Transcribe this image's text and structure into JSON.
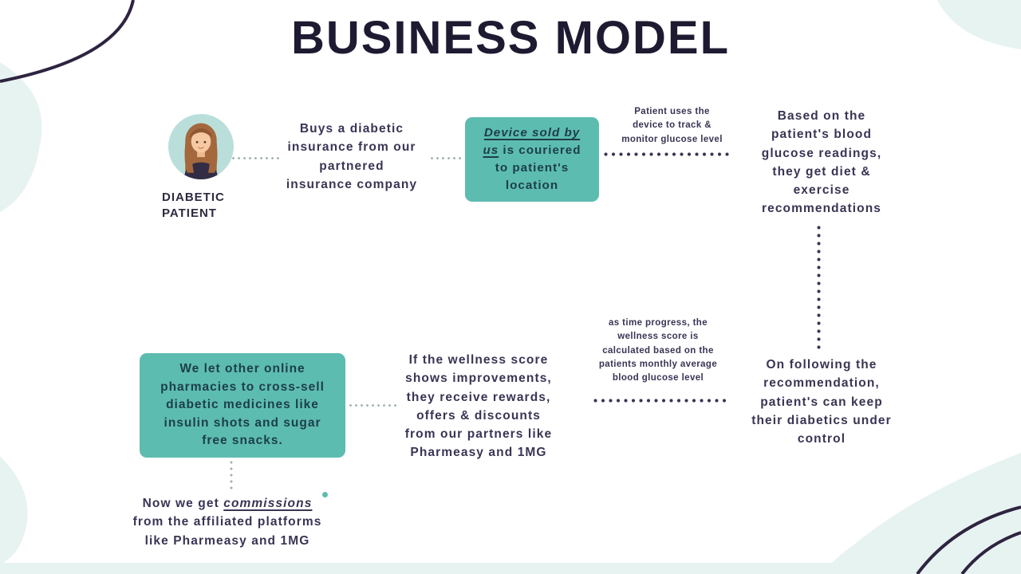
{
  "title": "BUSINESS MODEL",
  "colors": {
    "teal_box": "#5dbcb0",
    "mint_blob": "#e7f3f1",
    "ink_text": "#3a3454",
    "dark_outline": "#2e2440",
    "box_text": "#1c3e4b"
  },
  "patient": {
    "label": "DIABETIC\nPATIENT"
  },
  "nodes": {
    "buy_insurance": "Buys a diabetic\ninsurance from our\npartnered\ninsurance company",
    "device_underlined": "Device sold by\nus",
    "device_rest": " is couriered\nto patient's\nlocation",
    "track_caption": "Patient uses the\ndevice to track &\nmonitor glucose level",
    "recommendations": "Based on the\npatient's blood\nglucose readings,\nthey get diet &\nexercise\nrecommendations",
    "control": "On following the\nrecommendation,\npatient's can keep\ntheir diabetics under\ncontrol",
    "wellness_caption": "as time progress, the\nwellness score is\ncalculated based on the\npatients monthly average\nblood glucose level",
    "rewards": "If the wellness score\nshows improvements,\nthey receive rewards,\noffers & discounts\nfrom our partners like\nPharmeasy and 1MG",
    "cross_sell": "We let other online\npharmacies to cross-sell\ndiabetic medicines like\ninsulin shots and sugar\nfree snacks.",
    "commission_pre": "Now we get ",
    "commission_underlined": "commissions",
    "commission_post": "\nfrom the affiliated platforms\nlike Pharmeasy and 1MG"
  }
}
